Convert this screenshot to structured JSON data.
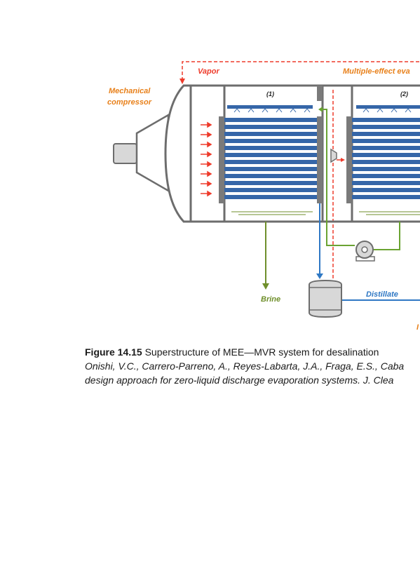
{
  "diagram": {
    "labels": {
      "vapor": "Vapor",
      "multiple_effect": "Multiple-effect eva",
      "mechanical": "Mechanical",
      "compressor": "compressor",
      "effect_1": "(1)",
      "effect_2": "(2)",
      "brine": "Brine",
      "distillate": "Distillate",
      "edge_fragment": "I"
    },
    "colors": {
      "vapor_line": "#ee3b2b",
      "orange_label": "#e8801a",
      "brine_line": "#6f8f2b",
      "distillate_line": "#2f78c4",
      "tube_blue": "#3566a8",
      "shell_gray": "#6d6d6d",
      "pump_green": "#6aa332"
    }
  },
  "caption": {
    "figure_label": "Figure 14.15",
    "line1": " Superstructure of MEE—MVR system for desalination",
    "line2": "Onishi, V.C., Carrero-Parreno, A., Reyes-Labarta, J.A., Fraga, E.S., Caba",
    "line3": "design approach for zero-liquid discharge evaporation systems. J. Clea"
  }
}
